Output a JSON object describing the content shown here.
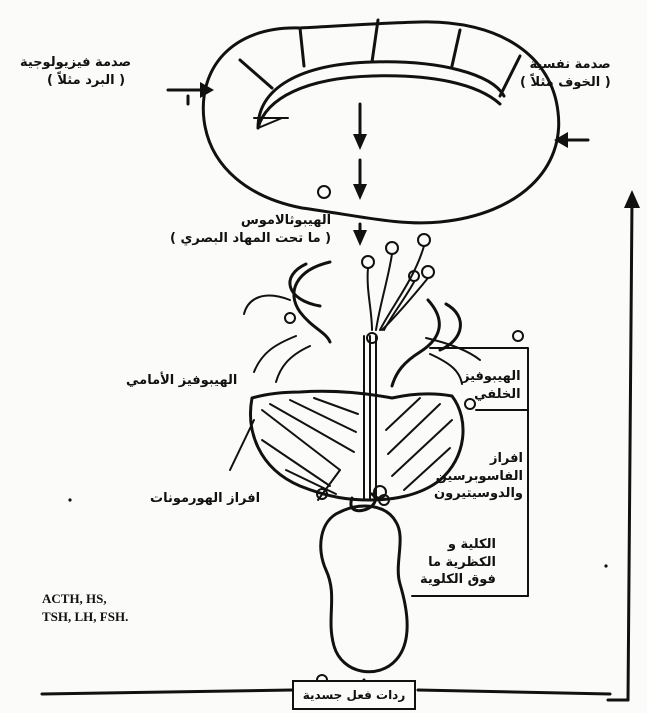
{
  "labels": {
    "physiological_stress": [
      "صدمة فيزيولوجية",
      "( البرد مثلاً )"
    ],
    "psychological_stress": [
      "صدمة نفسية",
      "( الخوف مثلاً )"
    ],
    "hypothalamus": [
      "الهيبوثالاموس",
      "( ما تحت المهاد البصري )"
    ],
    "anterior_pituitary": [
      "الهيبوفيز الأمامي"
    ],
    "posterior_pituitary": [
      "الهيبوفيز",
      "الخلفي"
    ],
    "hormone_secretion": [
      "افراز الهورمونات"
    ],
    "vasopressin_secretion": [
      "افراز",
      "الفاسوبرسين",
      "والدوسيتيرون"
    ],
    "kidney_adrenal": [
      "الكلية و",
      "الكظرية ما",
      "فوق الكلوية"
    ],
    "hormone_list": [
      "ACTH, HS,",
      "TSH, LH, FSH."
    ],
    "body_response": "ردات فعل جسدية"
  }
}
